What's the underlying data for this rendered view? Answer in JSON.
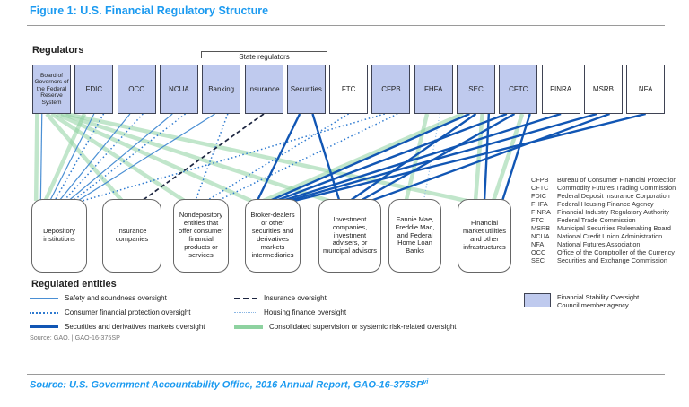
{
  "header": {
    "title": "Figure 1: U.S. Financial Regulatory Structure"
  },
  "colors": {
    "accent_blue": "#1b9af0",
    "fsoc_fill": "#bfcaee",
    "box_border": "#3f4354",
    "edges": {
      "safety": "#4a8fd4",
      "consumer": "#2e7ad0",
      "securities": "#1156b4",
      "insurance": "#1c2540",
      "housing": "#8ab6e4",
      "green": "#8ed2a0"
    }
  },
  "figure": {
    "regulators_label": "Regulators",
    "state_bracket_label": "State regulators",
    "regulated_label": "Regulated entities",
    "regulators": [
      {
        "id": "frs",
        "label": "Board of Governors of the Federal Reserve System",
        "fsoc": true
      },
      {
        "id": "fdic",
        "label": "FDIC",
        "fsoc": true
      },
      {
        "id": "occ",
        "label": "OCC",
        "fsoc": true
      },
      {
        "id": "ncua",
        "label": "NCUA",
        "fsoc": true
      },
      {
        "id": "st_banking",
        "label": "Banking",
        "fsoc": true
      },
      {
        "id": "st_insurance",
        "label": "Insurance",
        "fsoc": true
      },
      {
        "id": "st_securities",
        "label": "Securities",
        "fsoc": true
      },
      {
        "id": "ftc",
        "label": "FTC",
        "fsoc": false
      },
      {
        "id": "cfpb",
        "label": "CFPB",
        "fsoc": true
      },
      {
        "id": "fhfa",
        "label": "FHFA",
        "fsoc": true
      },
      {
        "id": "sec",
        "label": "SEC",
        "fsoc": true
      },
      {
        "id": "cftc",
        "label": "CFTC",
        "fsoc": true
      },
      {
        "id": "finra",
        "label": "FINRA",
        "fsoc": false
      },
      {
        "id": "msrb",
        "label": "MSRB",
        "fsoc": false
      },
      {
        "id": "nfa",
        "label": "NFA",
        "fsoc": false
      }
    ],
    "entities": [
      {
        "id": "depository",
        "label": "Depository institutions"
      },
      {
        "id": "insurance_cos",
        "label": "Insurance companies"
      },
      {
        "id": "nondepository",
        "label": "Nondepository entities that offer consumer financial products or services"
      },
      {
        "id": "broker_dealers",
        "label": "Broker-dealers or other securities and derivatives markets intermediaries"
      },
      {
        "id": "investment",
        "label": "Investment companies, investment advisers, or muncipal advisors"
      },
      {
        "id": "gse",
        "label": "Fannie Mae, Freddie Mac, and Federal Home Loan Banks"
      },
      {
        "id": "fmu",
        "label": "Financial market utilities and other infrastructures"
      }
    ],
    "edges": [
      {
        "from": "frs",
        "to": "depository",
        "type": "green"
      },
      {
        "from": "frs",
        "to": "insurance_cos",
        "type": "green"
      },
      {
        "from": "frs",
        "to": "nondepository",
        "type": "green"
      },
      {
        "from": "frs",
        "to": "broker_dealers",
        "type": "green"
      },
      {
        "from": "frs",
        "to": "investment",
        "type": "green"
      },
      {
        "from": "frs",
        "to": "fmu",
        "type": "green"
      },
      {
        "from": "fdic",
        "to": "depository",
        "type": "green"
      },
      {
        "from": "fhfa",
        "to": "gse",
        "type": "green"
      },
      {
        "from": "sec",
        "to": "broker_dealers",
        "type": "green"
      },
      {
        "from": "sec",
        "to": "fmu",
        "type": "green"
      },
      {
        "from": "cftc",
        "to": "fmu",
        "type": "green"
      },
      {
        "from": "frs",
        "to": "depository",
        "type": "safety"
      },
      {
        "from": "fdic",
        "to": "depository",
        "type": "safety"
      },
      {
        "from": "occ",
        "to": "depository",
        "type": "safety"
      },
      {
        "from": "ncua",
        "to": "depository",
        "type": "safety"
      },
      {
        "from": "st_banking",
        "to": "depository",
        "type": "safety"
      },
      {
        "from": "fdic",
        "to": "depository",
        "type": "consumer"
      },
      {
        "from": "occ",
        "to": "depository",
        "type": "consumer"
      },
      {
        "from": "ncua",
        "to": "depository",
        "type": "consumer"
      },
      {
        "from": "cfpb",
        "to": "depository",
        "type": "consumer"
      },
      {
        "from": "cfpb",
        "to": "nondepository",
        "type": "consumer"
      },
      {
        "from": "ftc",
        "to": "nondepository",
        "type": "consumer"
      },
      {
        "from": "st_banking",
        "to": "nondepository",
        "type": "consumer"
      },
      {
        "from": "st_insurance",
        "to": "insurance_cos",
        "type": "insurance"
      },
      {
        "from": "fhfa",
        "to": "gse",
        "type": "housing"
      },
      {
        "from": "st_securities",
        "to": "broker_dealers",
        "type": "securities"
      },
      {
        "from": "st_securities",
        "to": "investment",
        "type": "securities"
      },
      {
        "from": "sec",
        "to": "broker_dealers",
        "type": "securities"
      },
      {
        "from": "sec",
        "to": "investment",
        "type": "securities"
      },
      {
        "from": "sec",
        "to": "fmu",
        "type": "securities"
      },
      {
        "from": "cftc",
        "to": "broker_dealers",
        "type": "securities"
      },
      {
        "from": "cftc",
        "to": "investment",
        "type": "securities"
      },
      {
        "from": "cftc",
        "to": "fmu",
        "type": "securities"
      },
      {
        "from": "finra",
        "to": "broker_dealers",
        "type": "securities"
      },
      {
        "from": "msrb",
        "to": "broker_dealers",
        "type": "securities"
      },
      {
        "from": "msrb",
        "to": "investment",
        "type": "securities"
      },
      {
        "from": "nfa",
        "to": "broker_dealers",
        "type": "securities"
      }
    ],
    "abbreviations": [
      {
        "abbr": "CFPB",
        "name": "Bureau of Consumer Financial Protection"
      },
      {
        "abbr": "CFTC",
        "name": "Commodity Futures Trading Commission"
      },
      {
        "abbr": "FDIC",
        "name": "Federal Deposit Insurance Corporation"
      },
      {
        "abbr": "FHFA",
        "name": "Federal Housing Finance Agency"
      },
      {
        "abbr": "FINRA",
        "name": "Financial Industry Regulatory Authority"
      },
      {
        "abbr": "FTC",
        "name": "Federal Trade Commission"
      },
      {
        "abbr": "MSRB",
        "name": "Municipal Securities Rulemaking Board"
      },
      {
        "abbr": "NCUA",
        "name": "National Credit Union Administration"
      },
      {
        "abbr": "NFA",
        "name": "National Futures Association"
      },
      {
        "abbr": "OCC",
        "name": "Office of the Comptroller of the Currency"
      },
      {
        "abbr": "SEC",
        "name": "Securities and Exchange Commission"
      }
    ],
    "legend": [
      {
        "type": "safety",
        "label": "Safety and soundness oversight"
      },
      {
        "type": "consumer",
        "label": "Consumer financial protection oversight"
      },
      {
        "type": "securities",
        "label": "Securities and derivatives markets oversight"
      },
      {
        "type": "insurance",
        "label": "Insurance oversight"
      },
      {
        "type": "housing",
        "label": "Housing finance oversight"
      },
      {
        "type": "green",
        "label": "Consolidated supervision or systemic risk-related oversight"
      }
    ],
    "fsoc_legend": "Financial Stability Oversight Council member agency",
    "source_note": "Source: GAO.  |  GAO-16-375SP"
  },
  "footer": {
    "source": "Source: U.S. Government Accountability Office, 2016 Annual Report, GAO-16-375SP",
    "source_sup": "vi"
  }
}
